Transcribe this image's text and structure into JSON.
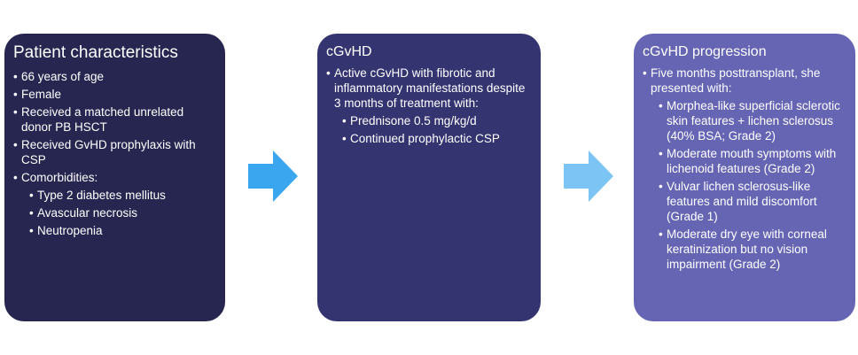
{
  "colors": {
    "box1": "#262650",
    "box2": "#343470",
    "box3": "#6565b3",
    "arrow1": "#3aa6ef",
    "arrow2": "#7cc4f3"
  },
  "boxes": [
    {
      "title": "Patient characteristics",
      "items": [
        "66 years of age",
        "Female",
        "Received a matched unrelated donor PB HSCT",
        "Received GvHD prophylaxis with CSP",
        "Comorbidities:"
      ],
      "subitems": [
        "Type 2 diabetes mellitus",
        "Avascular necrosis",
        "Neutropenia"
      ]
    },
    {
      "title": "cGvHD",
      "items": [
        "Active cGvHD with fibrotic and inflammatory manifestations despite 3 months of treatment with:"
      ],
      "subitems": [
        "Prednisone 0.5 mg/kg/d",
        "Continued prophylactic CSP"
      ]
    },
    {
      "title": "cGvHD progression",
      "items": [
        "Five months posttransplant, she presented with:"
      ],
      "subitems": [
        "Morphea-like superficial sclerotic skin features + lichen sclerosus (40% BSA; Grade 2)",
        "Moderate mouth symptoms with lichenoid features (Grade 2)",
        "Vulvar lichen sclerosus-like features and mild discomfort (Grade 1)",
        "Moderate dry eye with corneal keratinization but no vision impairment (Grade 2)"
      ]
    }
  ]
}
